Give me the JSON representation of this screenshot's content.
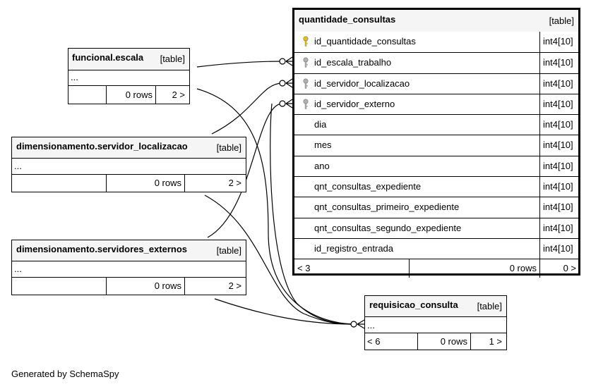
{
  "footer": "Generated by SchemaSpy",
  "colors": {
    "primary_key_icon": "#e6c200",
    "foreign_key_icon": "#b0b0b0",
    "header_bg": "#f5f5f5"
  },
  "main_table": {
    "name": "quantidade_consultas",
    "tag": "[table]",
    "columns": [
      {
        "name": "id_quantidade_consultas",
        "type": "int4[10]",
        "key": "primary-key-icon"
      },
      {
        "name": "id_escala_trabalho",
        "type": "int4[10]",
        "key": "foreign-key-icon"
      },
      {
        "name": "id_servidor_localizacao",
        "type": "int4[10]",
        "key": "foreign-key-icon"
      },
      {
        "name": "id_servidor_externo",
        "type": "int4[10]",
        "key": "foreign-key-icon"
      },
      {
        "name": "dia",
        "type": "int4[10]",
        "key": ""
      },
      {
        "name": "mes",
        "type": "int4[10]",
        "key": ""
      },
      {
        "name": "ano",
        "type": "int4[10]",
        "key": ""
      },
      {
        "name": "qnt_consultas_expediente",
        "type": "int4[10]",
        "key": ""
      },
      {
        "name": "qnt_consultas_primeiro_expediente",
        "type": "int4[10]",
        "key": ""
      },
      {
        "name": "qnt_consultas_segundo_expediente",
        "type": "int4[10]",
        "key": ""
      },
      {
        "name": "id_registro_entrada",
        "type": "int4[10]",
        "key": ""
      }
    ],
    "footer": {
      "parents": "< 3",
      "rows": "0 rows",
      "children": "0 >"
    }
  },
  "tables": {
    "escala": {
      "name": "funcional.escala",
      "tag": "[table]",
      "ellipsis": "...",
      "parents": "",
      "rows": "0 rows",
      "children": "2 >"
    },
    "servidor_localizacao": {
      "name": "dimensionamento.servidor_localizacao",
      "tag": "[table]",
      "ellipsis": "...",
      "parents": "",
      "rows": "0 rows",
      "children": "2 >"
    },
    "servidores_externos": {
      "name": "dimensionamento.servidores_externos",
      "tag": "[table]",
      "ellipsis": "...",
      "parents": "",
      "rows": "0 rows",
      "children": "2 >"
    },
    "requisicao": {
      "name": "requisicao_consulta",
      "tag": "[table]",
      "ellipsis": "...",
      "parents": "< 6",
      "rows": "0 rows",
      "children": "1 >"
    }
  }
}
